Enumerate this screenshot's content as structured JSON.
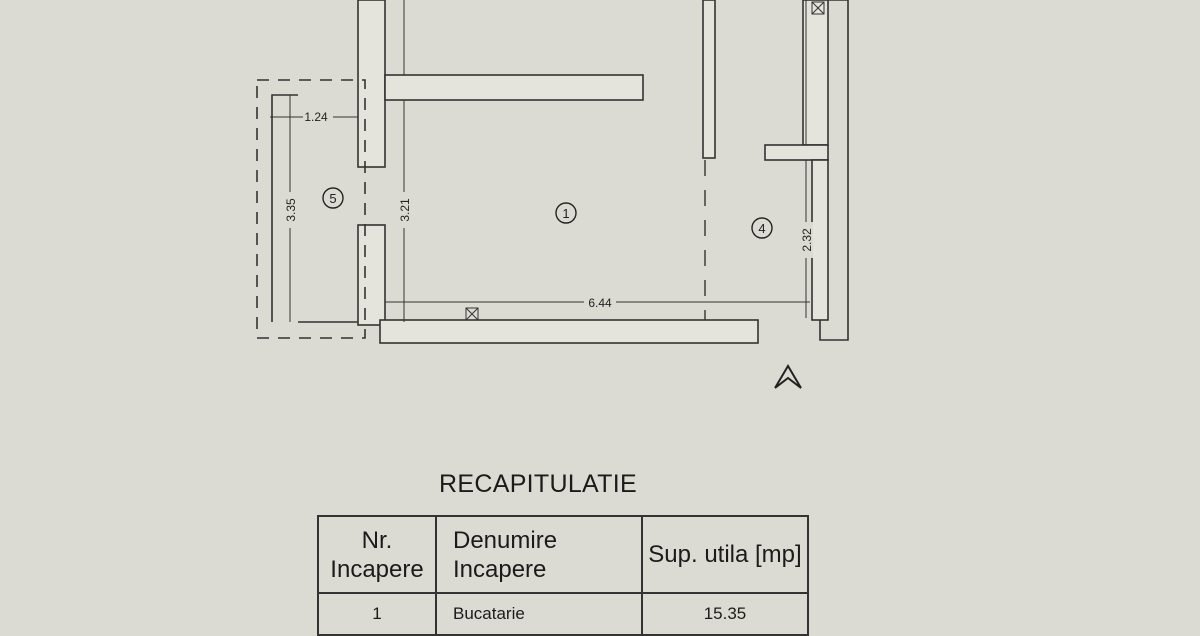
{
  "plan": {
    "dimensions": {
      "d1": "1.24",
      "d2": "3.35",
      "d3": "3.21",
      "d4": "6.44",
      "d5": "2.32"
    },
    "room_labels": {
      "r1": "1",
      "r4": "4",
      "r5": "5"
    },
    "north_arrow": "north-arrow-icon"
  },
  "summary": {
    "title": "RECAPITULATIE",
    "headers": {
      "nr": "Nr. Incapere",
      "name": "Denumire Incapere",
      "area": "Sup. utila [mp]"
    },
    "rows": [
      {
        "nr": "1",
        "name": "Bucatarie",
        "area": "15.35"
      }
    ]
  },
  "colors": {
    "paper": "#dcdbd3",
    "ink": "#333333"
  }
}
